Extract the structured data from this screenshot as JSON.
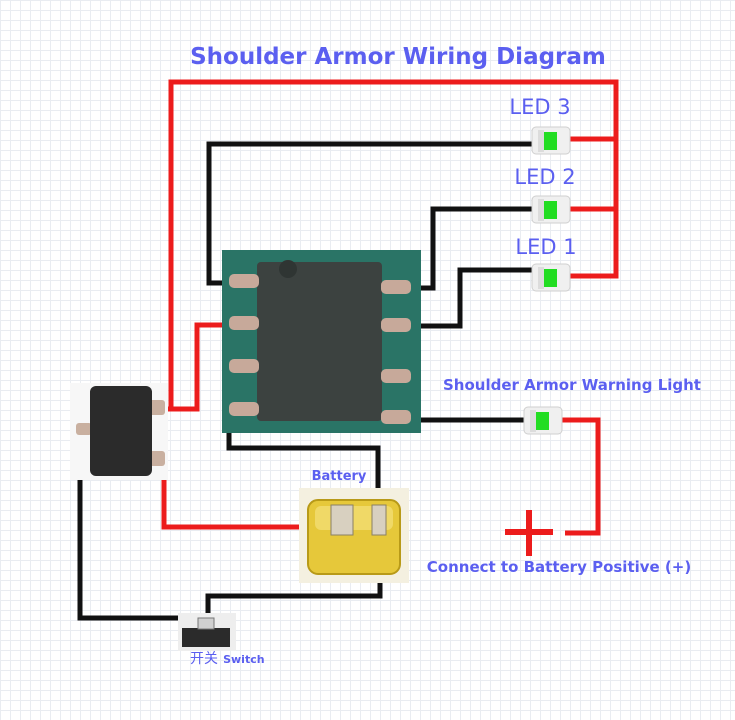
{
  "title": "Shoulder Armor Wiring Diagram",
  "leds": {
    "led3": "LED 3",
    "led2": "LED 2",
    "led1": "LED 1"
  },
  "warning_light_label": "Shoulder Armor Warning Light",
  "battery_label": "Battery",
  "positive_note": "Connect to Battery Positive (+)",
  "plus_symbol": "+",
  "switch_label_cn": "开关",
  "switch_label_en": "Switch",
  "colors": {
    "label": "#5b5ff0",
    "red_wire": "#ec1c1c",
    "black_wire": "#111111",
    "led_green": "#22dd22",
    "chip_board": "#2a7466",
    "chip_body": "#3c4240",
    "battery": "#e6c83a"
  }
}
